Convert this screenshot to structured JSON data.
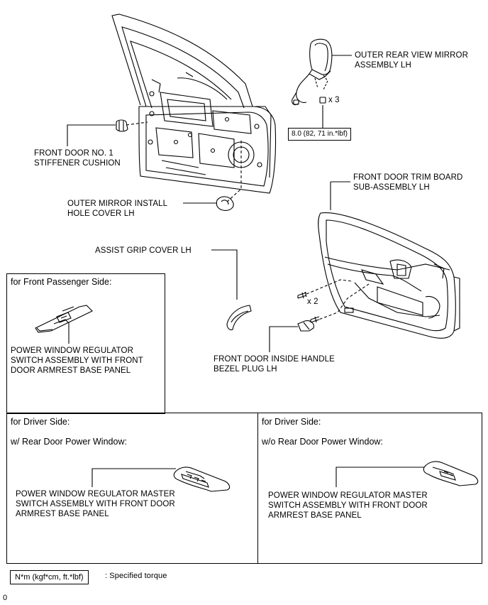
{
  "labels": {
    "mirror": "OUTER REAR VIEW MIRROR\nASSEMBLY LH",
    "mirror_qty": "x 3",
    "torque_value": "8.0 (82, 71 in.*lbf)",
    "stiffener": "FRONT DOOR NO. 1\nSTIFFENER CUSHION",
    "hole_cover": "OUTER MIRROR INSTALL\nHOLE COVER LH",
    "trim_board": "FRONT DOOR TRIM BOARD\nSUB-ASSEMBLY LH",
    "assist_grip": "ASSIST GRIP COVER LH",
    "screw_qty": "x 2",
    "bezel_plug": "FRONT DOOR INSIDE HANDLE\nBEZEL PLUG LH"
  },
  "passenger_box": {
    "title": "for Front Passenger Side:",
    "part": "POWER WINDOW REGULATOR\nSWITCH ASSEMBLY WITH FRONT\nDOOR ARMREST BASE PANEL"
  },
  "driver_left": {
    "title": "for Driver Side:",
    "subtitle": "w/ Rear Door Power Window:",
    "part": "POWER WINDOW REGULATOR MASTER\nSWITCH ASSEMBLY WITH FRONT DOOR\nARMREST BASE PANEL"
  },
  "driver_right": {
    "title": "for Driver Side:",
    "subtitle": "w/o Rear Door Power Window:",
    "part": "POWER WINDOW REGULATOR MASTER\nSWITCH ASSEMBLY WITH FRONT DOOR\nARMREST BASE PANEL"
  },
  "legend": {
    "units": "N*m (kgf*cm, ft.*lbf)",
    "meaning": ": Specified torque"
  },
  "page_number": "0"
}
